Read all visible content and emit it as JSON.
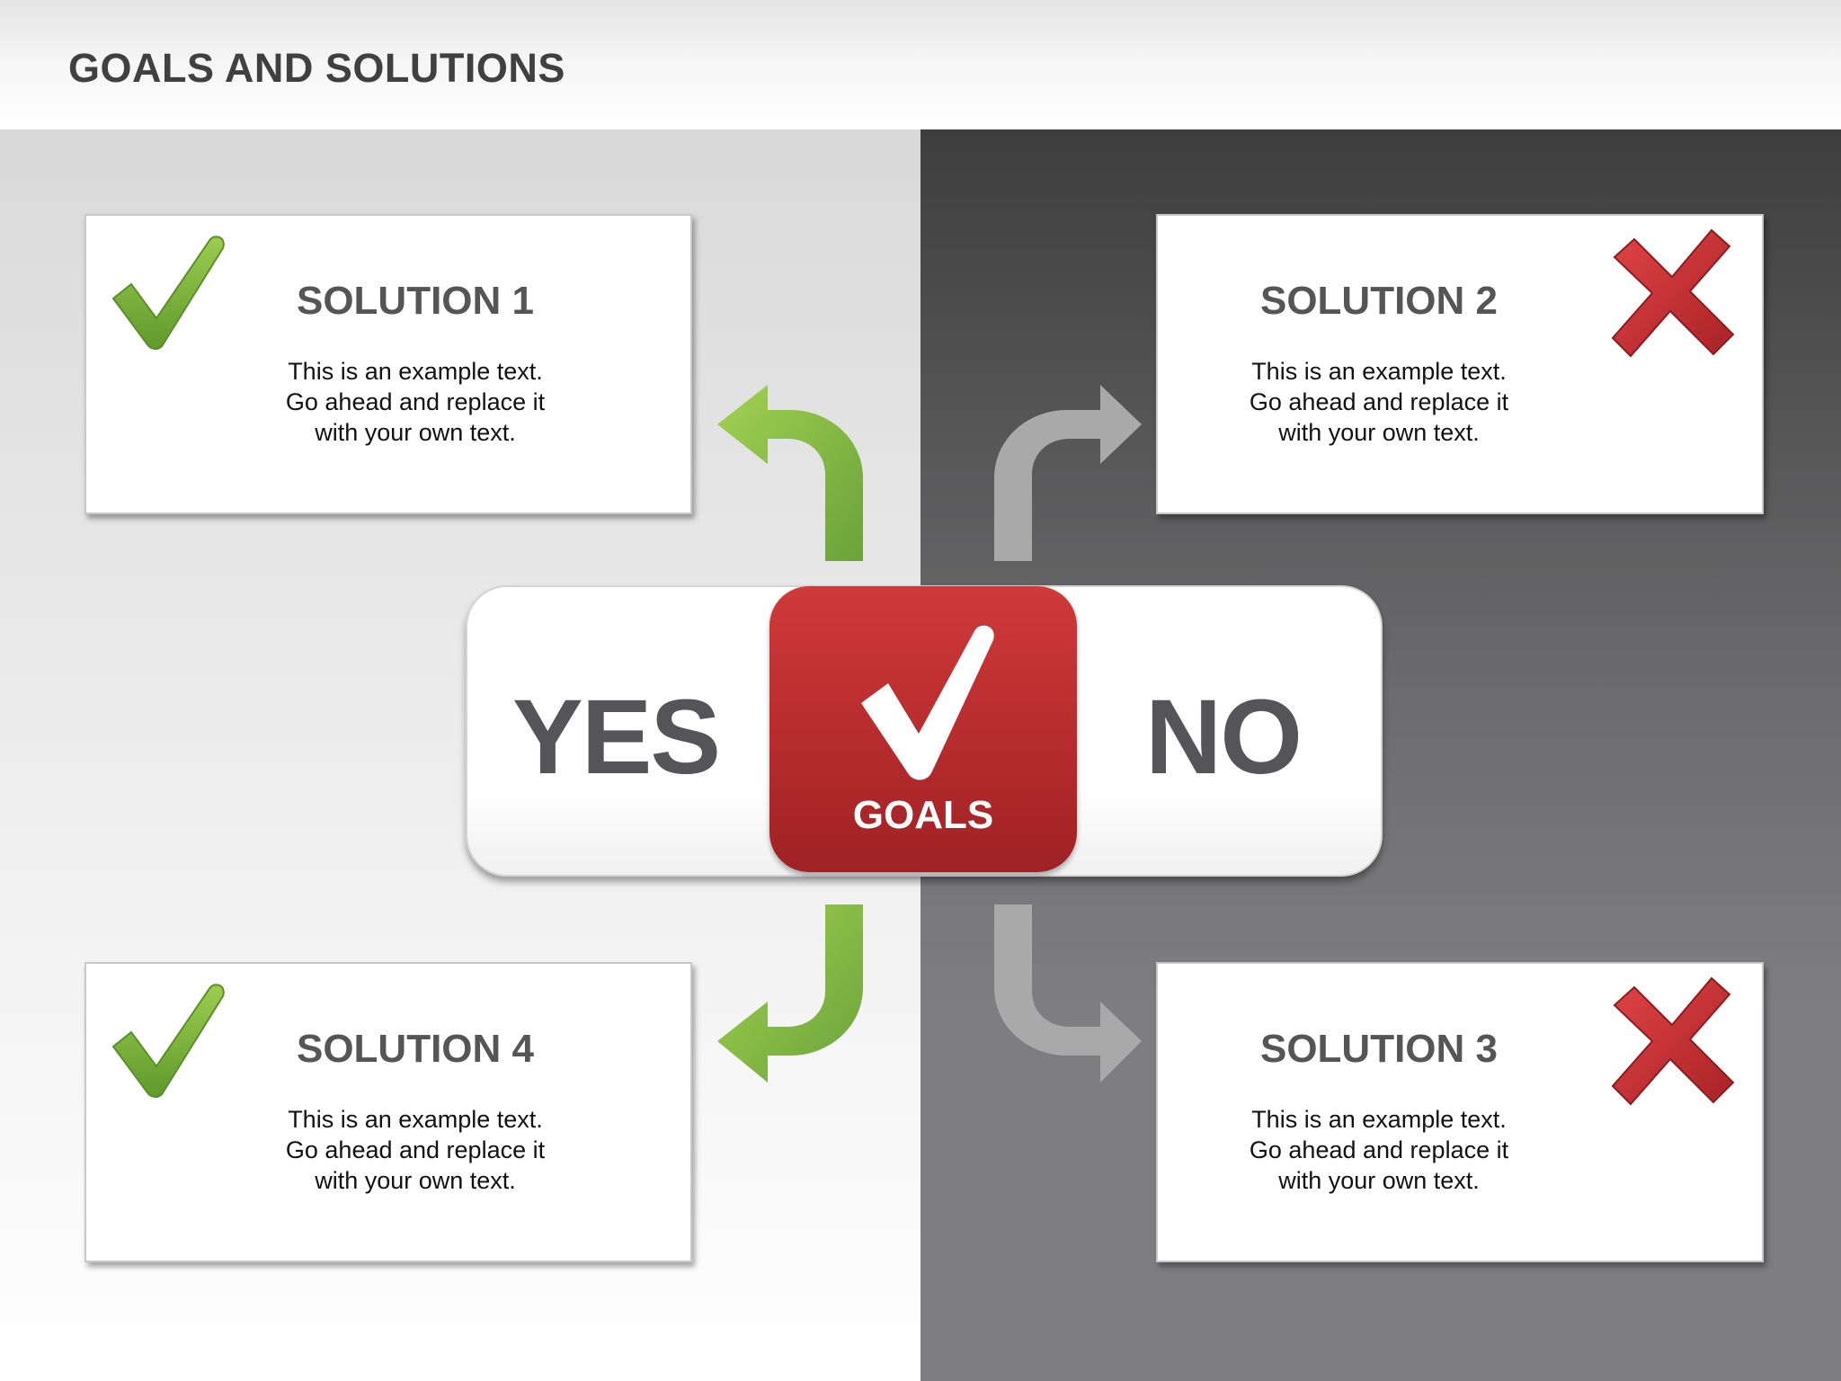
{
  "title": "GOALS AND SOLUTIONS",
  "center": {
    "yes": "YES",
    "no": "NO",
    "goals": "GOALS"
  },
  "cards": [
    {
      "title": "SOLUTION 1",
      "body": "This is an example text.\nGo ahead and replace it\nwith your own text.",
      "icon": "check-icon"
    },
    {
      "title": "SOLUTION 2",
      "body": "This is an example text.\nGo ahead and replace it\nwith your own text.",
      "icon": "cross-icon"
    },
    {
      "title": "SOLUTION 3",
      "body": "This is an example text.\nGo ahead and replace it\nwith your own text.",
      "icon": "cross-icon"
    },
    {
      "title": "SOLUTION 4",
      "body": "This is an example text.\nGo ahead and replace it\nwith your own text.",
      "icon": "check-icon"
    }
  ],
  "colors": {
    "green": "#7bb33a",
    "red": "#c0282c",
    "gray_arrow": "#a9a9a9",
    "text_dark": "#555555"
  }
}
